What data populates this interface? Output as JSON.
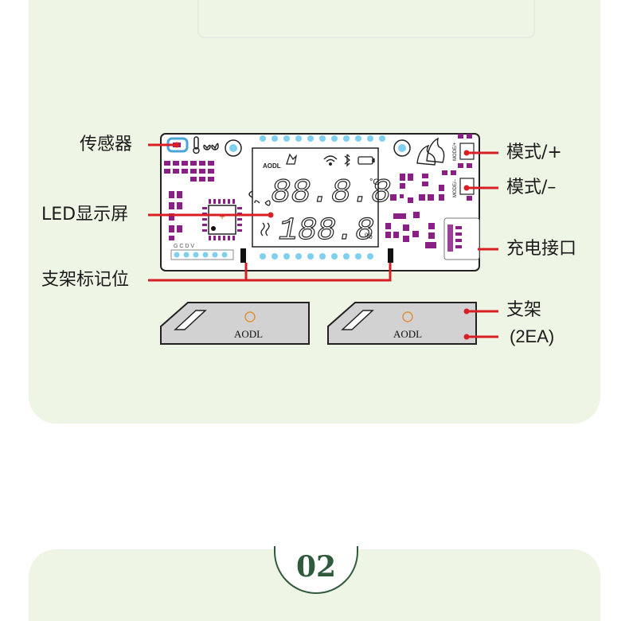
{
  "labels": {
    "sensor": "传感器",
    "led_display": "LED显示屏",
    "bracket_mark": "支架标记位",
    "mode_plus": "模式/+",
    "mode_minus": "模式/–",
    "charge_port": "充电接口",
    "bracket": "支架",
    "bracket_qty": "(2EA)"
  },
  "device": {
    "brand": "AODL",
    "bracket_brand": "AODL",
    "seg_top": "88.8.8",
    "seg_bottom": "188.8",
    "unit_temp": "°C",
    "unit_humidity": "%",
    "pin_labels": "G  C  D  V",
    "mode_plus_silk": "MODE/+",
    "mode_minus_silk": "MODE/–"
  },
  "section": {
    "number": "02"
  },
  "colors": {
    "panel": "#eef5e4",
    "callout": "#d91f26",
    "component": "#8a1f86",
    "dot": "#7fd0ee",
    "badge": "#2f5a3b"
  }
}
